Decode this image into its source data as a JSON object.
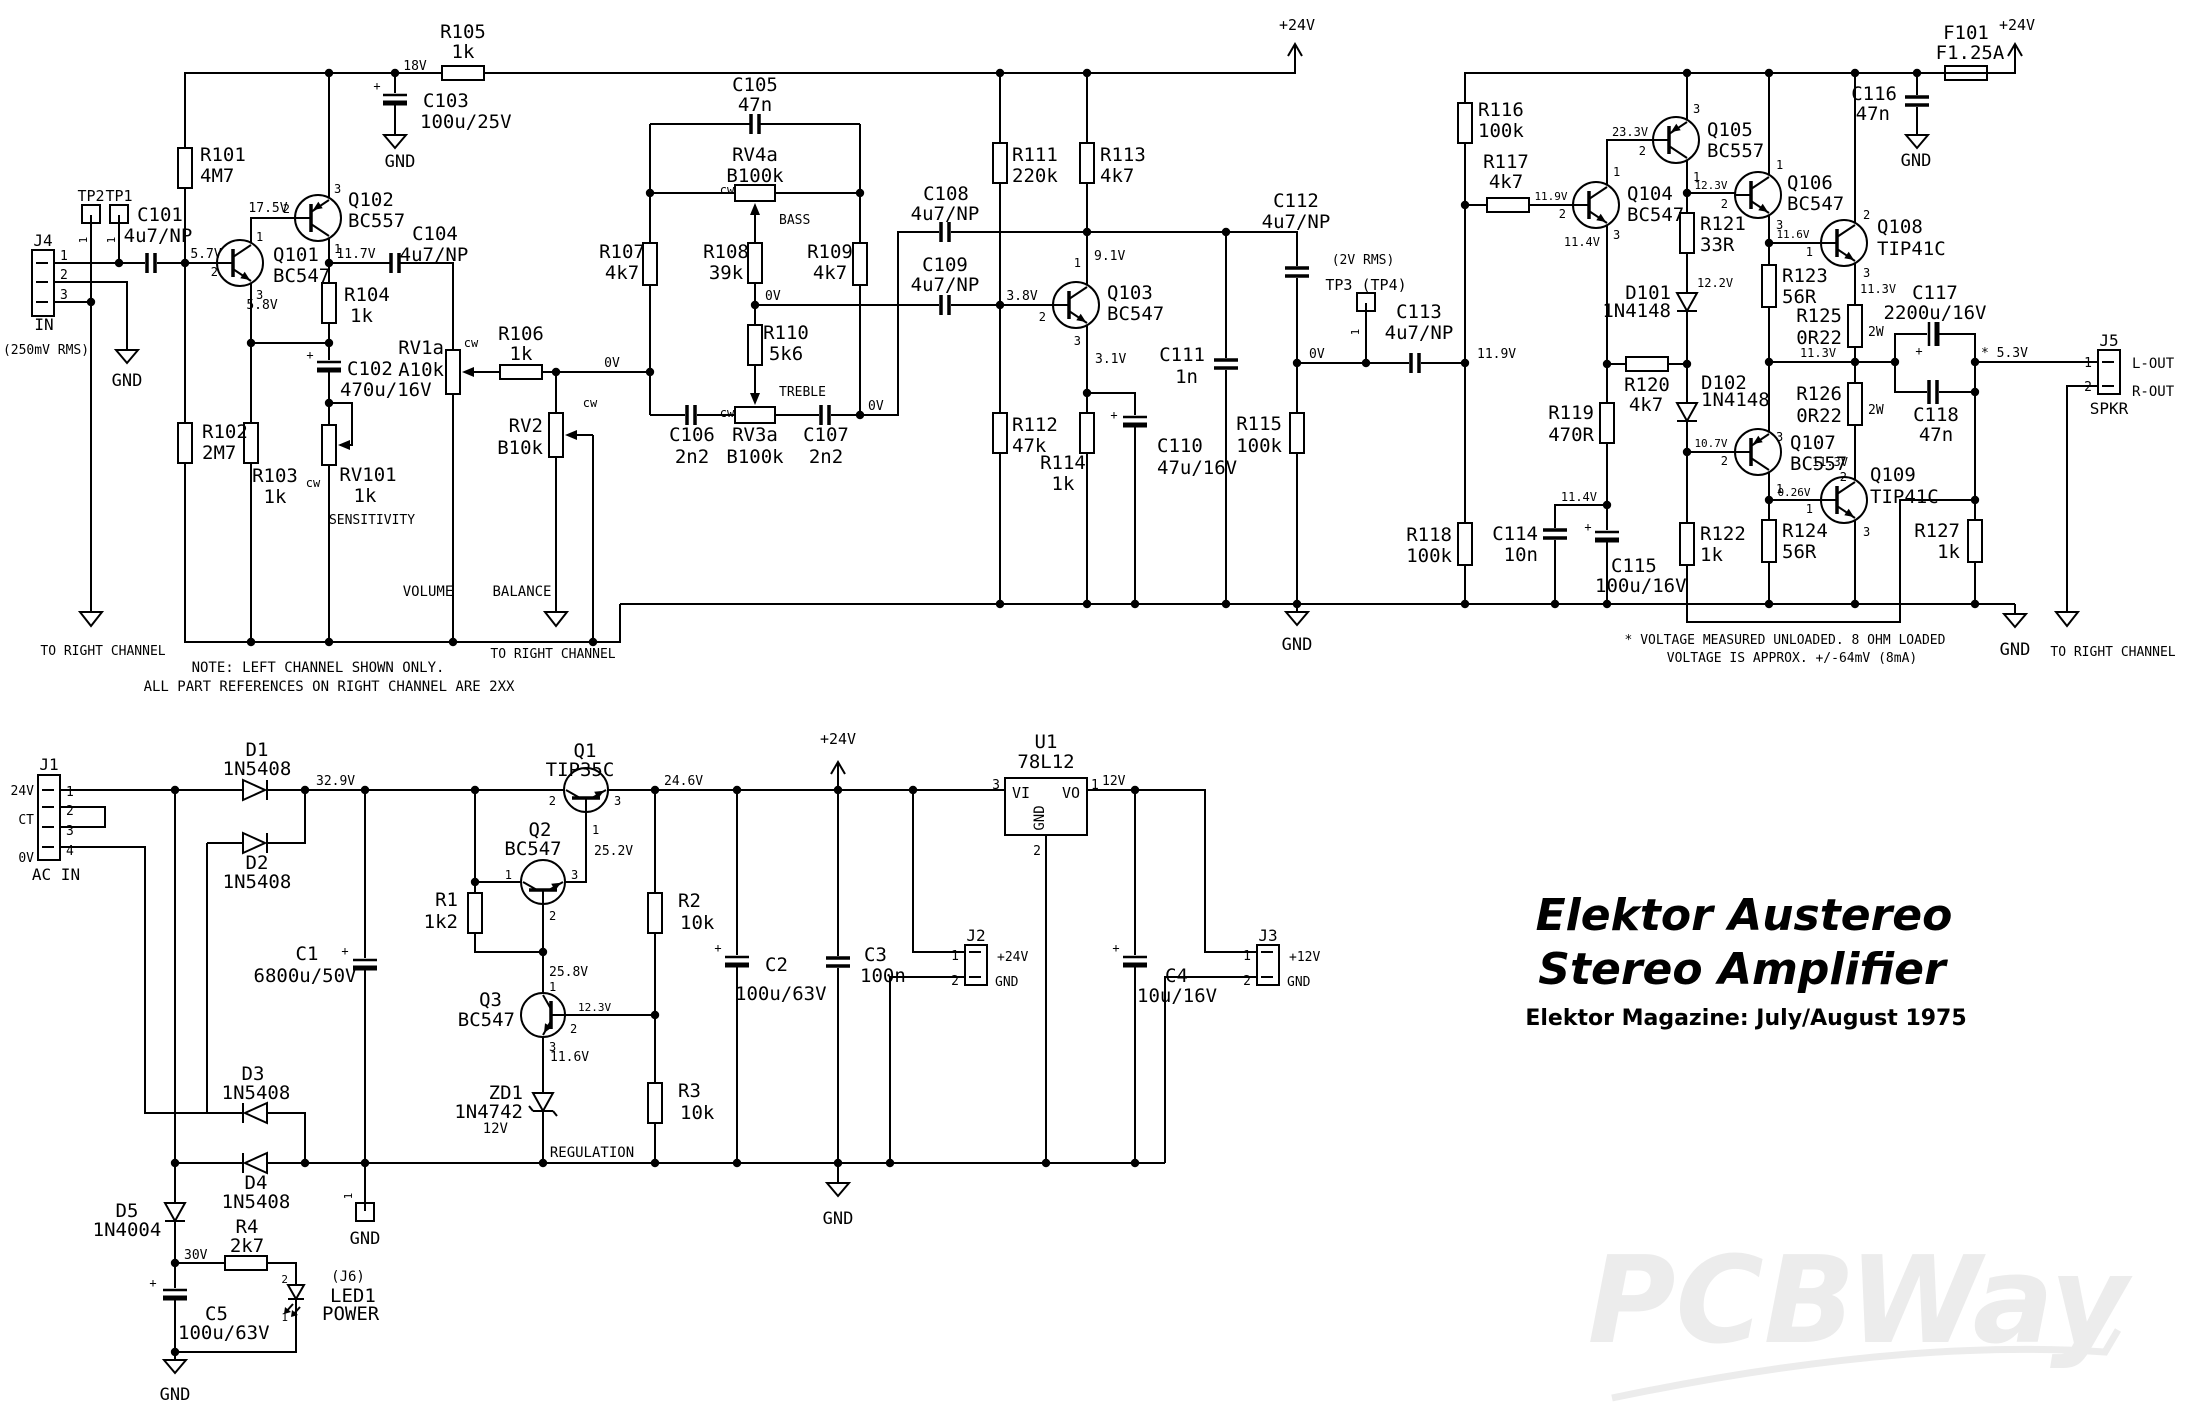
{
  "title": {
    "line1": "Elektor Austereo",
    "line2": "Stereo Amplifier",
    "subtitle": "Elektor Magazine: July/August 1975"
  },
  "watermark": "PCBWay",
  "notes": {
    "left1": "NOTE: LEFT CHANNEL SHOWN ONLY.",
    "left2": "ALL PART REFERENCES ON RIGHT CHANNEL ARE 2XX",
    "right1": "* VOLTAGE MEASURED UNLOADED. 8 OHM LOADED",
    "right2": "VOLTAGE IS APPROX. +/-64mV (8mA)"
  },
  "labels": {
    "gnd": "GND",
    "p24": "+24V",
    "p12": "+12V",
    "plus": "+",
    "in": "IN",
    "in_level": "(250mV RMS)",
    "ac_in": "AC IN",
    "spkr": "SPKR",
    "l_out": "L-OUT",
    "r_out": "R-OUT",
    "tp3_level": "(2V RMS)",
    "volume": "VOLUME",
    "balance": "BALANCE",
    "sensitivity": "SENSITIVITY",
    "bass": "BASS",
    "treble": "TREBLE",
    "regulation": "REGULATION",
    "to_right_channel": "TO RIGHT CHANNEL",
    "cw": "cw",
    "power": "POWER",
    "j6": "(J6)"
  },
  "pins": {
    "p1": "1",
    "p2": "2",
    "p3": "3",
    "p4": "4",
    "v24": "24V",
    "ct": "CT",
    "v0": "0V",
    "gnd": "GND"
  },
  "ports": {
    "j1": "J1",
    "j2": "J2",
    "j3": "J3",
    "j4": "J4",
    "j5": "J5",
    "tp1": "TP1",
    "tp2": "TP2",
    "tp3": "TP3 (TP4)"
  },
  "cmp": {
    "R101": {
      "r": "R101",
      "v": "4M7"
    },
    "R102": {
      "r": "R102",
      "v": "2M7"
    },
    "R103": {
      "r": "R103",
      "v": "1k"
    },
    "R104": {
      "r": "R104",
      "v": "1k"
    },
    "R105": {
      "r": "R105",
      "v": "1k"
    },
    "R106": {
      "r": "R106",
      "v": "1k"
    },
    "R107": {
      "r": "R107",
      "v": "4k7"
    },
    "R108": {
      "r": "R108",
      "v": "39k"
    },
    "R109": {
      "r": "R109",
      "v": "4k7"
    },
    "R110": {
      "r": "R110",
      "v": "5k6"
    },
    "R111": {
      "r": "R111",
      "v": "220k"
    },
    "R112": {
      "r": "R112",
      "v": "47k"
    },
    "R113": {
      "r": "R113",
      "v": "4k7"
    },
    "R114": {
      "r": "R114",
      "v": "1k"
    },
    "R115": {
      "r": "R115",
      "v": "100k"
    },
    "R116": {
      "r": "R116",
      "v": "100k"
    },
    "R117": {
      "r": "R117",
      "v": "4k7"
    },
    "R118": {
      "r": "R118",
      "v": "100k"
    },
    "R119": {
      "r": "R119",
      "v": "470R"
    },
    "R120": {
      "r": "R120",
      "v": "4k7"
    },
    "R121": {
      "r": "R121",
      "v": "33R"
    },
    "R122": {
      "r": "R122",
      "v": "1k"
    },
    "R123": {
      "r": "R123",
      "v": "56R"
    },
    "R124": {
      "r": "R124",
      "v": "56R"
    },
    "R125": {
      "r": "R125",
      "v": "0R22",
      "w": "2W"
    },
    "R126": {
      "r": "R126",
      "v": "0R22",
      "w": "2W"
    },
    "R127": {
      "r": "R127",
      "v": "1k"
    },
    "RV1a": {
      "r": "RV1a",
      "v": "A10k"
    },
    "RV2": {
      "r": "RV2",
      "v": "B10k"
    },
    "RV3a": {
      "r": "RV3a",
      "v": "B100k"
    },
    "RV4a": {
      "r": "RV4a",
      "v": "B100k"
    },
    "RV101": {
      "r": "RV101",
      "v": "1k"
    },
    "C101": {
      "r": "C101",
      "v": "4u7/NP"
    },
    "C102": {
      "r": "C102",
      "v": "470u/16V"
    },
    "C103": {
      "r": "C103",
      "v": "100u/25V"
    },
    "C104": {
      "r": "C104",
      "v": "4u7/NP"
    },
    "C105": {
      "r": "C105",
      "v": "47n"
    },
    "C106": {
      "r": "C106",
      "v": "2n2"
    },
    "C107": {
      "r": "C107",
      "v": "2n2"
    },
    "C108": {
      "r": "C108",
      "v": "4u7/NP"
    },
    "C109": {
      "r": "C109",
      "v": "4u7/NP"
    },
    "C110": {
      "r": "C110",
      "v": "47u/16V"
    },
    "C111": {
      "r": "C111",
      "v": "1n"
    },
    "C112": {
      "r": "C112",
      "v": "4u7/NP"
    },
    "C113": {
      "r": "C113",
      "v": "4u7/NP"
    },
    "C114": {
      "r": "C114",
      "v": "10n"
    },
    "C115": {
      "r": "C115",
      "v": "100u/16V"
    },
    "C116": {
      "r": "C116",
      "v": "47n"
    },
    "C117": {
      "r": "C117",
      "v": "2200u/16V"
    },
    "C118": {
      "r": "C118",
      "v": "47n"
    },
    "Q101": {
      "r": "Q101",
      "v": "BC547"
    },
    "Q102": {
      "r": "Q102",
      "v": "BC557"
    },
    "Q103": {
      "r": "Q103",
      "v": "BC547"
    },
    "Q104": {
      "r": "Q104",
      "v": "BC547"
    },
    "Q105": {
      "r": "Q105",
      "v": "BC557"
    },
    "Q106": {
      "r": "Q106",
      "v": "BC547"
    },
    "Q107": {
      "r": "Q107",
      "v": "BC557"
    },
    "Q108": {
      "r": "Q108",
      "v": "TIP41C"
    },
    "Q109": {
      "r": "Q109",
      "v": "TIP41C"
    },
    "D101": {
      "r": "D101",
      "v": "1N4148"
    },
    "D102": {
      "r": "D102",
      "v": "1N4148"
    },
    "F101": {
      "r": "F101",
      "v": "F1.25A"
    },
    "D1": {
      "r": "D1",
      "v": "1N5408"
    },
    "D2": {
      "r": "D2",
      "v": "1N5408"
    },
    "D3": {
      "r": "D3",
      "v": "1N5408"
    },
    "D4": {
      "r": "D4",
      "v": "1N5408"
    },
    "D5": {
      "r": "D5",
      "v": "1N4004"
    },
    "C1": {
      "r": "C1",
      "v": "6800u/50V"
    },
    "C2": {
      "r": "C2",
      "v": "100u/63V"
    },
    "C3": {
      "r": "C3",
      "v": "100n"
    },
    "C4": {
      "r": "C4",
      "v": "10u/16V"
    },
    "C5": {
      "r": "C5",
      "v": "100u/63V"
    },
    "R1": {
      "r": "R1",
      "v": "1k2"
    },
    "R2": {
      "r": "R2",
      "v": "10k"
    },
    "R3": {
      "r": "R3",
      "v": "10k"
    },
    "R4": {
      "r": "R4",
      "v": "2k7"
    },
    "Q1": {
      "r": "Q1",
      "v": "TIP35C"
    },
    "Q2": {
      "r": "Q2",
      "v": "BC547"
    },
    "Q3": {
      "r": "Q3",
      "v": "BC547"
    },
    "ZD1": {
      "r": "ZD1",
      "v": "1N4742",
      "w": "12V"
    },
    "U1": {
      "r": "U1",
      "v": "78L12",
      "vi": "VI",
      "vo": "VO"
    },
    "LED1": {
      "r": "LED1"
    }
  },
  "volt": {
    "v18": "18V",
    "v5_7": "5.7V",
    "v17_5": "17.5V",
    "v5_8": "5.8V",
    "v11_7": "11.7V",
    "v0a": "0V",
    "v0b": "0V",
    "v0c": "0V",
    "v0d": "0V",
    "v3_8": "3.8V",
    "v9_1": "9.1V",
    "v3_1": "3.1V",
    "v11_9a": "11.9V",
    "v11_9b": "11.9V",
    "v23_3": "23.3V",
    "v11_4a": "11.4V",
    "v11_4b": "11.4V",
    "v12_3a": "12.3V",
    "v12_2": "12.2V",
    "v11_6a": "11.6V",
    "v10_7": "10.7V",
    "v11_3a": "11.3V",
    "v11_3b": "11.3V",
    "v11_3c": "11.3V",
    "v0_26": "0.26V",
    "v5_3": "* 5.3V",
    "v32_9": "32.9V",
    "v24_6": "24.6V",
    "v25_2": "25.2V",
    "v25_8": "25.8V",
    "v12_3b": "12.3V",
    "v11_6b": "11.6V",
    "v30": "30V",
    "v12": "12V"
  }
}
